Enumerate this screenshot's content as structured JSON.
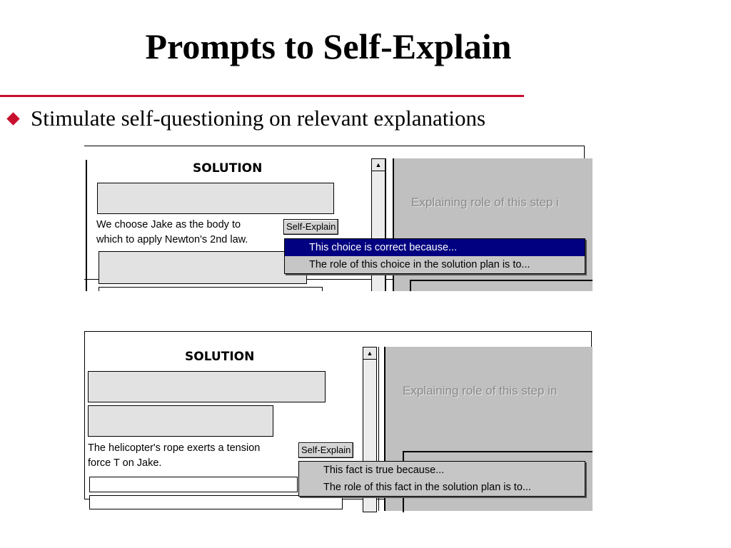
{
  "slide": {
    "title": "Prompts to Self-Explain",
    "bullet": "Stimulate self-questioning on relevant explanations"
  },
  "shot1": {
    "solution_title": "SOLUTION",
    "step_line1": "We choose Jake as the body to",
    "step_line2": "which to apply Newton's 2nd law.",
    "self_explain_label": "Self-Explain",
    "pane_text": "Explaining role of this step i",
    "menu_items": [
      "This choice is correct because...",
      "The role of this choice in the solution plan is to..."
    ]
  },
  "shot2": {
    "solution_title": "SOLUTION",
    "step_line1": "The helicopter's rope exerts a  tension",
    "step_line2": "force T on Jake.",
    "self_explain_label": "Self-Explain",
    "pane_text": "Explaining role of this step in",
    "menu_items": [
      "This fact is true because...",
      "The role of this fact in the solution plan is to..."
    ]
  },
  "colors": {
    "accent": "#c8102e",
    "menu_highlight": "#000080",
    "pane_gray": "#c0c0c0"
  },
  "icons": [
    "diamond-bullet-icon",
    "scroll-up-arrow-icon"
  ]
}
